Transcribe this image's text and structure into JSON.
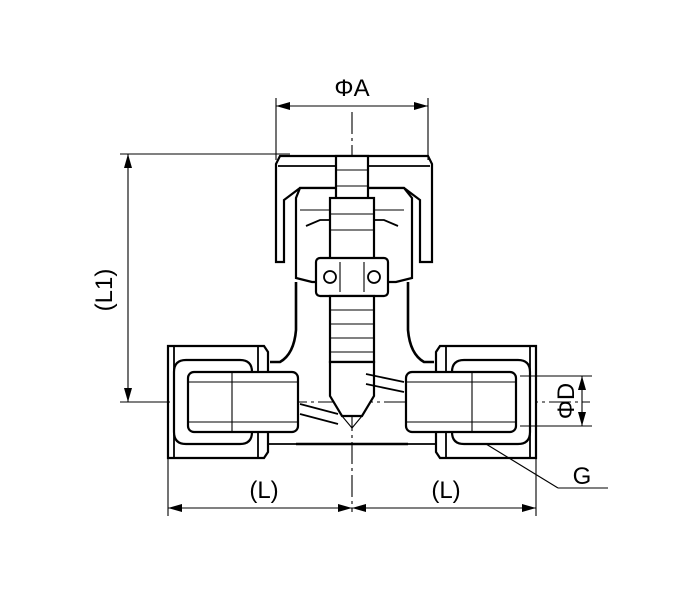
{
  "labels": {
    "dia_a": "ΦA",
    "length_l1": "(L1)",
    "length_l_left": "(L)",
    "length_l_right": "(L)",
    "dia_d": "ΦD",
    "thread_g": "G"
  }
}
